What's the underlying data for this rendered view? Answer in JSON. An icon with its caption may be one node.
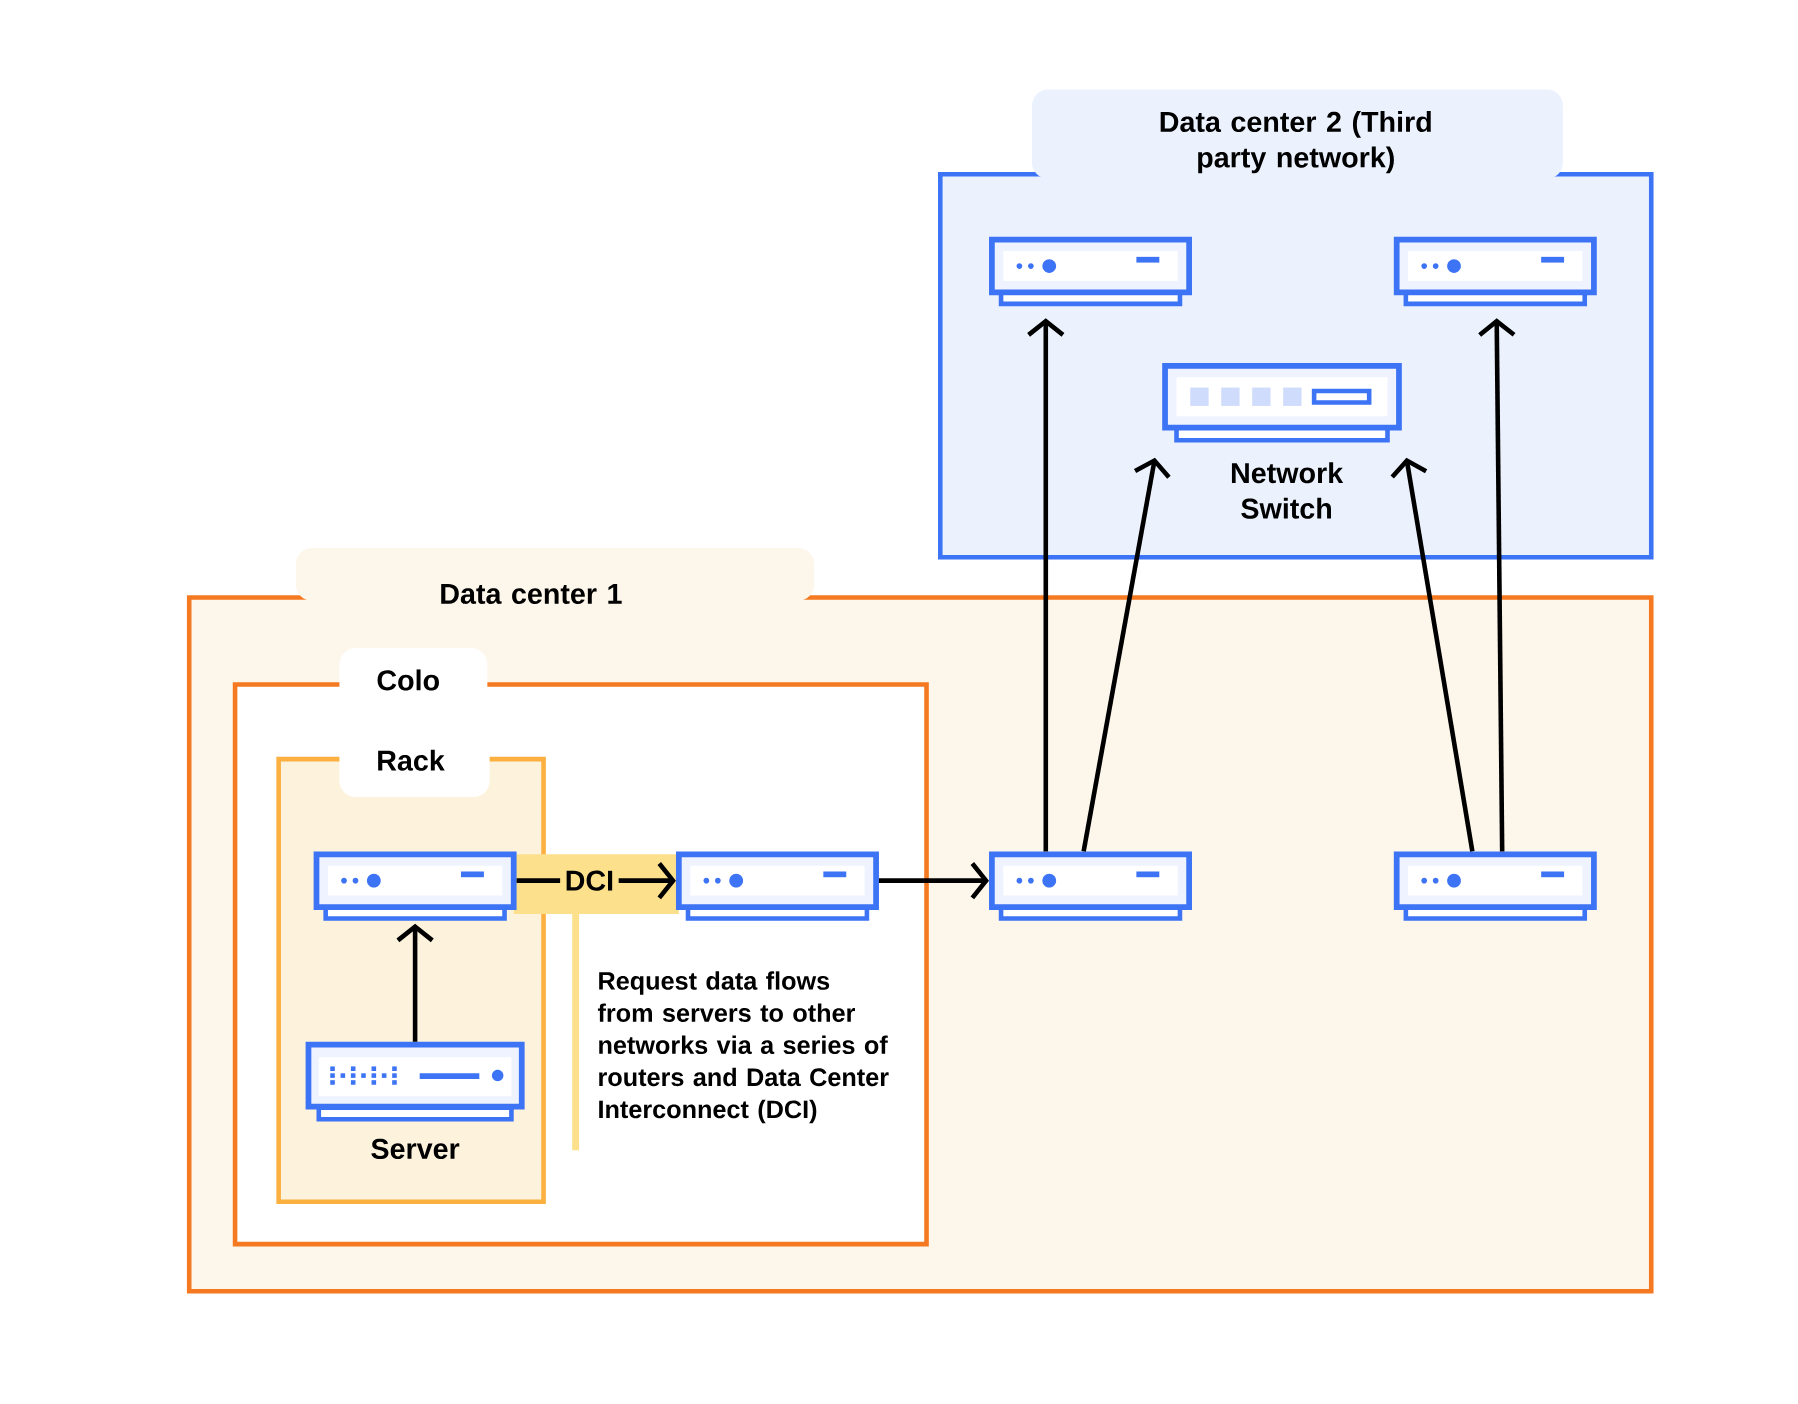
{
  "diagram": {
    "nodes": [
      {
        "text": [
          "Data center 2 (Third party network)"
        ]
      },
      {
        "text": [],
        "shape": "picture",
        "in": 0
      },
      {
        "text": [],
        "shape": "picture",
        "in": 0
      },
      {
        "text": [
          "Network Switch"
        ],
        "in": 0
      },
      {
        "text": [
          "Data center 1"
        ]
      },
      {
        "text": [
          "Colo"
        ],
        "in": 4
      },
      {
        "text": [
          "Rack"
        ],
        "in": 5
      },
      {
        "text": [],
        "shape": "picture",
        "in": 6
      },
      {
        "text": [
          "Server"
        ],
        "in": 6
      },
      {
        "text": [],
        "shape": "picture",
        "in": 5
      },
      {
        "text": [],
        "shape": "picture",
        "in": 4
      },
      {
        "text": [],
        "shape": "picture",
        "in": 4
      }
    ],
    "edges": [
      {
        "from": 8,
        "to": 7,
        "arrow": "to"
      },
      {
        "from": 7,
        "to": 9,
        "arrow": "to",
        "label": "DCI"
      },
      {
        "from": 9,
        "to": 10,
        "arrow": "to"
      },
      {
        "from": 10,
        "to": 1,
        "arrow": "to"
      },
      {
        "from": 10,
        "to": 3,
        "arrow": "to"
      },
      {
        "from": 11,
        "to": 3,
        "arrow": "to"
      },
      {
        "from": 11,
        "to": 2,
        "arrow": "to"
      }
    ],
    "labels": [
      "Request data flows from servers to other networks via a series of routers and Data Center Interconnect (DCI)"
    ]
  }
}
